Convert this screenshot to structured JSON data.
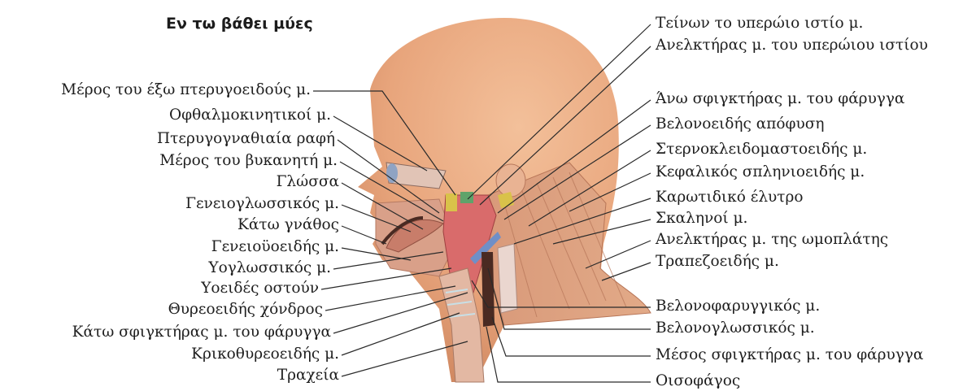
{
  "title": "Εν τω βάθει μύες",
  "left_labels": [
    "Μέρος του έξω πτερυγοειδούς μ.",
    "Οφθαλμοκινητικοί μ.",
    "Πτερυγογναθιαία ραφή",
    "Μέρος του βυκανητή μ.",
    "Γλώσσα",
    "Γενειογλωσσικός μ.",
    "Κάτω γνάθος",
    "Γενειοϋοειδής μ.",
    "Υογλωσσικός μ.",
    "Υοειδές οστούν",
    "Θυρεοειδής χόνδρος",
    "Κάτω σφιγκτήρας μ. του φάρυγγα",
    "Κρικοθυρεοειδής μ.",
    "Τραχεία"
  ],
  "right_labels": [
    "Τείνων το υπερώιο ιστίο μ.",
    "Ανελκτήρας μ. του υπερώιου ιστίου",
    "Άνω σφιγκτήρας μ. του φάρυγγα",
    "Βελονοειδής απόφυση",
    "Στερνοκλειδομαστοειδής μ.",
    "Κεφαλικός σπληνιοειδής μ.",
    "Καρωτιδικό έλυτρο",
    "Σκαληνοί μ.",
    "Ανελκτήρας μ. της ωμοπλάτης",
    "Τραπεζοειδής μ.",
    "Βελονοφαρυγγικός μ.",
    "Βελονογλωσσικός μ.",
    "Μέσος σφιγκτήρας μ. του φάρυγγα",
    "Οισοφάγος"
  ]
}
